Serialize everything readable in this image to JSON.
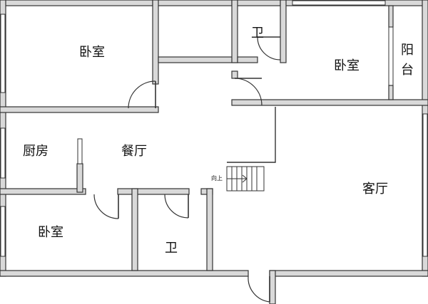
{
  "rooms": {
    "bedroom_top_left": "卧室",
    "bathroom_top": "卫",
    "bedroom_top_right": "卧室",
    "balcony": "阳台",
    "kitchen": "厨房",
    "dining": "餐厅",
    "living": "客厅",
    "bedroom_bottom_left": "卧室",
    "bathroom_bottom": "卫"
  },
  "stairs": {
    "direction_label": "向上"
  }
}
